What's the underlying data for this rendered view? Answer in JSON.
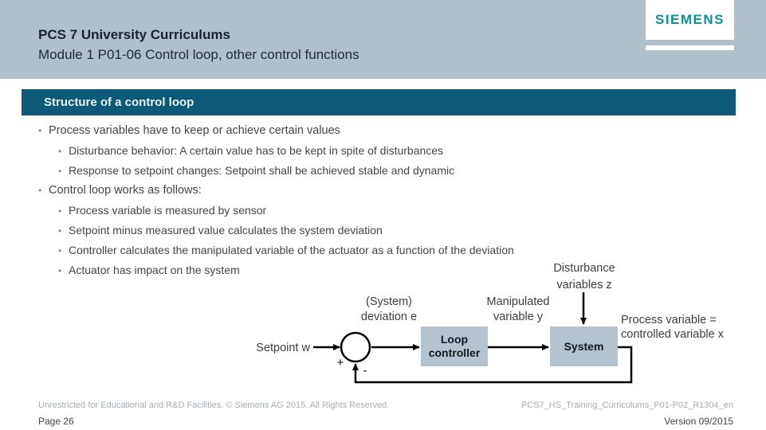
{
  "header": {
    "title": "PCS 7 University Curriculums",
    "subtitle": "Module 1 P01-06 Control loop, other control functions",
    "logo_text": "SIEMENS"
  },
  "section": {
    "title": "Structure of a control loop"
  },
  "bullets": {
    "marker": "•",
    "items": [
      "Process variables have to keep or achieve certain values",
      "Disturbance behavior: A certain value has to be kept in spite of disturbances",
      "Response to setpoint changes: Setpoint shall be achieved stable and dynamic",
      "Control loop works as follows:",
      "Process variable is measured by sensor",
      "Setpoint minus measured value calculates the system deviation",
      "Controller calculates the manipulated variable of the actuator as a function of the deviation",
      "Actuator has impact on the system"
    ]
  },
  "diagram": {
    "setpoint_label": "Setpoint w",
    "deviation_label": "(System)\ndeviation e",
    "manipulated_label": "Manipulated\nvariable y",
    "disturbance_label": "Disturbance\nvariables z",
    "process_label": "Process variable =\ncontrolled variable x",
    "controller_box_label": "Loop\ncontroller",
    "system_box_label": "System",
    "plus_sign": "+",
    "minus_sign": "-"
  },
  "footer": {
    "left_line1": "Unrestricted for Educational and R&D Facilities. © Siemens AG 2015. All Rights Reserved.",
    "left_line2": "Page 26",
    "right_line1": "PCS7_HS_Training_Curriculums_P01-P02_R1304_en",
    "right_line2": "Version 09/2015"
  },
  "colors": {
    "header_bg": "#afc0ca",
    "title_bar_bg": "#0d5a78",
    "title_bar_text": "#e9f3f6",
    "siemens_teal": "#0a9196",
    "diagram_box_fill": "#b4c3ce",
    "body_text": "#454545",
    "footer_muted": "#a6acb0",
    "footer_dark": "#3f444b"
  }
}
